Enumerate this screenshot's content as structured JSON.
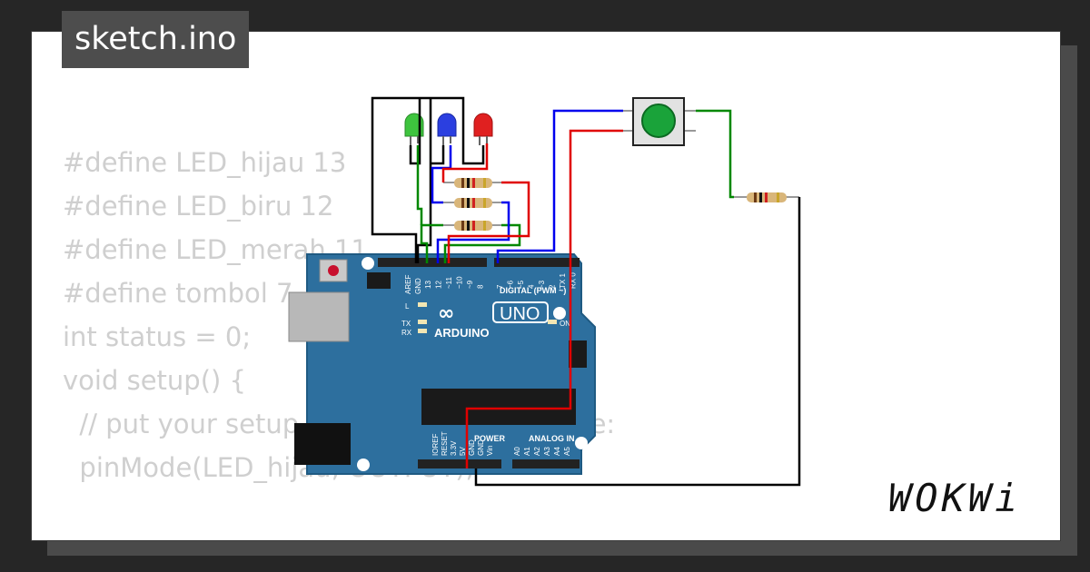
{
  "title": "sketch.ino",
  "code_lines": [
    "#define LED_hijau 13",
    "#define LED_biru 12",
    "#define LED_merah 11",
    "#define tombol 7",
    "",
    "int status = 0;",
    "",
    "void setup() {",
    "  // put your setup code here, to run once:",
    "  pinMode(LED_hijau, OUTPUT);"
  ],
  "board": {
    "brand": "ARDUINO",
    "model": "UNO",
    "labels": {
      "aref": "AREF",
      "gnd": "GND",
      "digital_header": "DIGITAL (PWM ~)",
      "pins": [
        "13",
        "12",
        "~11",
        "~10",
        "~9",
        "8",
        "7",
        "~6",
        "~5",
        "4",
        "~3",
        "2",
        "TX 1",
        "RX 0"
      ],
      "l": "L",
      "tx": "TX",
      "rx": "RX",
      "on": "ON",
      "power": "POWER",
      "analog": "ANALOG IN",
      "power_pins": [
        "IOREF",
        "RESET",
        "3.3V",
        "5V",
        "GND",
        "GND",
        "Vin"
      ],
      "analog_pins": [
        "A0",
        "A1",
        "A2",
        "A3",
        "A4",
        "A5"
      ]
    }
  },
  "logo": "WOKWi",
  "colors": {
    "board": "#2d6f9e",
    "wire_black": "#000000",
    "wire_red": "#e00000",
    "wire_blue": "#0000ee",
    "wire_green": "#008800",
    "button": "#1aa33a"
  }
}
